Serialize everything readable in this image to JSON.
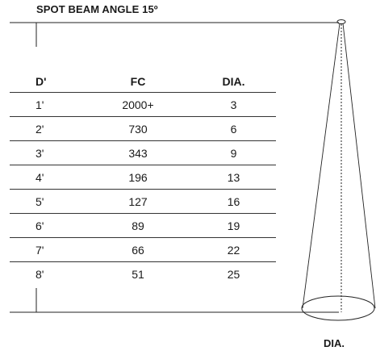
{
  "title": "SPOT BEAM ANGLE 15º",
  "table": {
    "headers": [
      "D'",
      "FC",
      "DIA."
    ],
    "rows": [
      [
        "1'",
        "2000+",
        "3"
      ],
      [
        "2'",
        "730",
        "6"
      ],
      [
        "3'",
        "343",
        "9"
      ],
      [
        "4'",
        "196",
        "13"
      ],
      [
        "5'",
        "127",
        "16"
      ],
      [
        "6'",
        "89",
        "19"
      ],
      [
        "7'",
        "66",
        "22"
      ],
      [
        "8'",
        "51",
        "25"
      ]
    ]
  },
  "diagram": {
    "bottom_label": "DIA."
  }
}
